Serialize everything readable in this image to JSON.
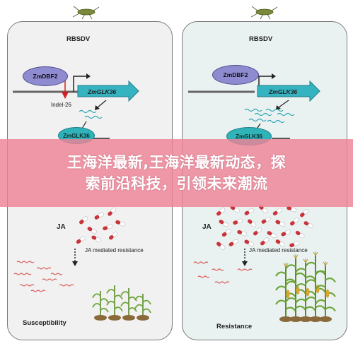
{
  "left": {
    "title": "RBSDV",
    "protein": "ZmDBF2",
    "gene": "ZmGLK36",
    "indel": "Indel-26",
    "glk_protein": "ZmGLK36",
    "ja": "JA",
    "ja_resistance": "JA mediated resistance",
    "outcome": "Susceptibility"
  },
  "right": {
    "title": "RBSDV",
    "protein": "ZmDBF2",
    "gene": "ZmGLK36",
    "glk_protein": "ZmGLK36",
    "ja": "JA",
    "ja_resistance": "JA mediated resistance",
    "outcome": "Resistance"
  },
  "banner": {
    "line1": "王海洋最新,王海洋最新动态，探",
    "line2": "索前沿科技，引领未来潮流"
  },
  "colors": {
    "protein_oval": "#8f8bd0",
    "gene_arrow": "#35b3c0",
    "glk_oval": "#2fb3b8",
    "ja_pill_red": "#c9333a",
    "ja_pill_white": "#ffffff",
    "banner": "#ee8296",
    "indel_marker": "#d42020"
  }
}
